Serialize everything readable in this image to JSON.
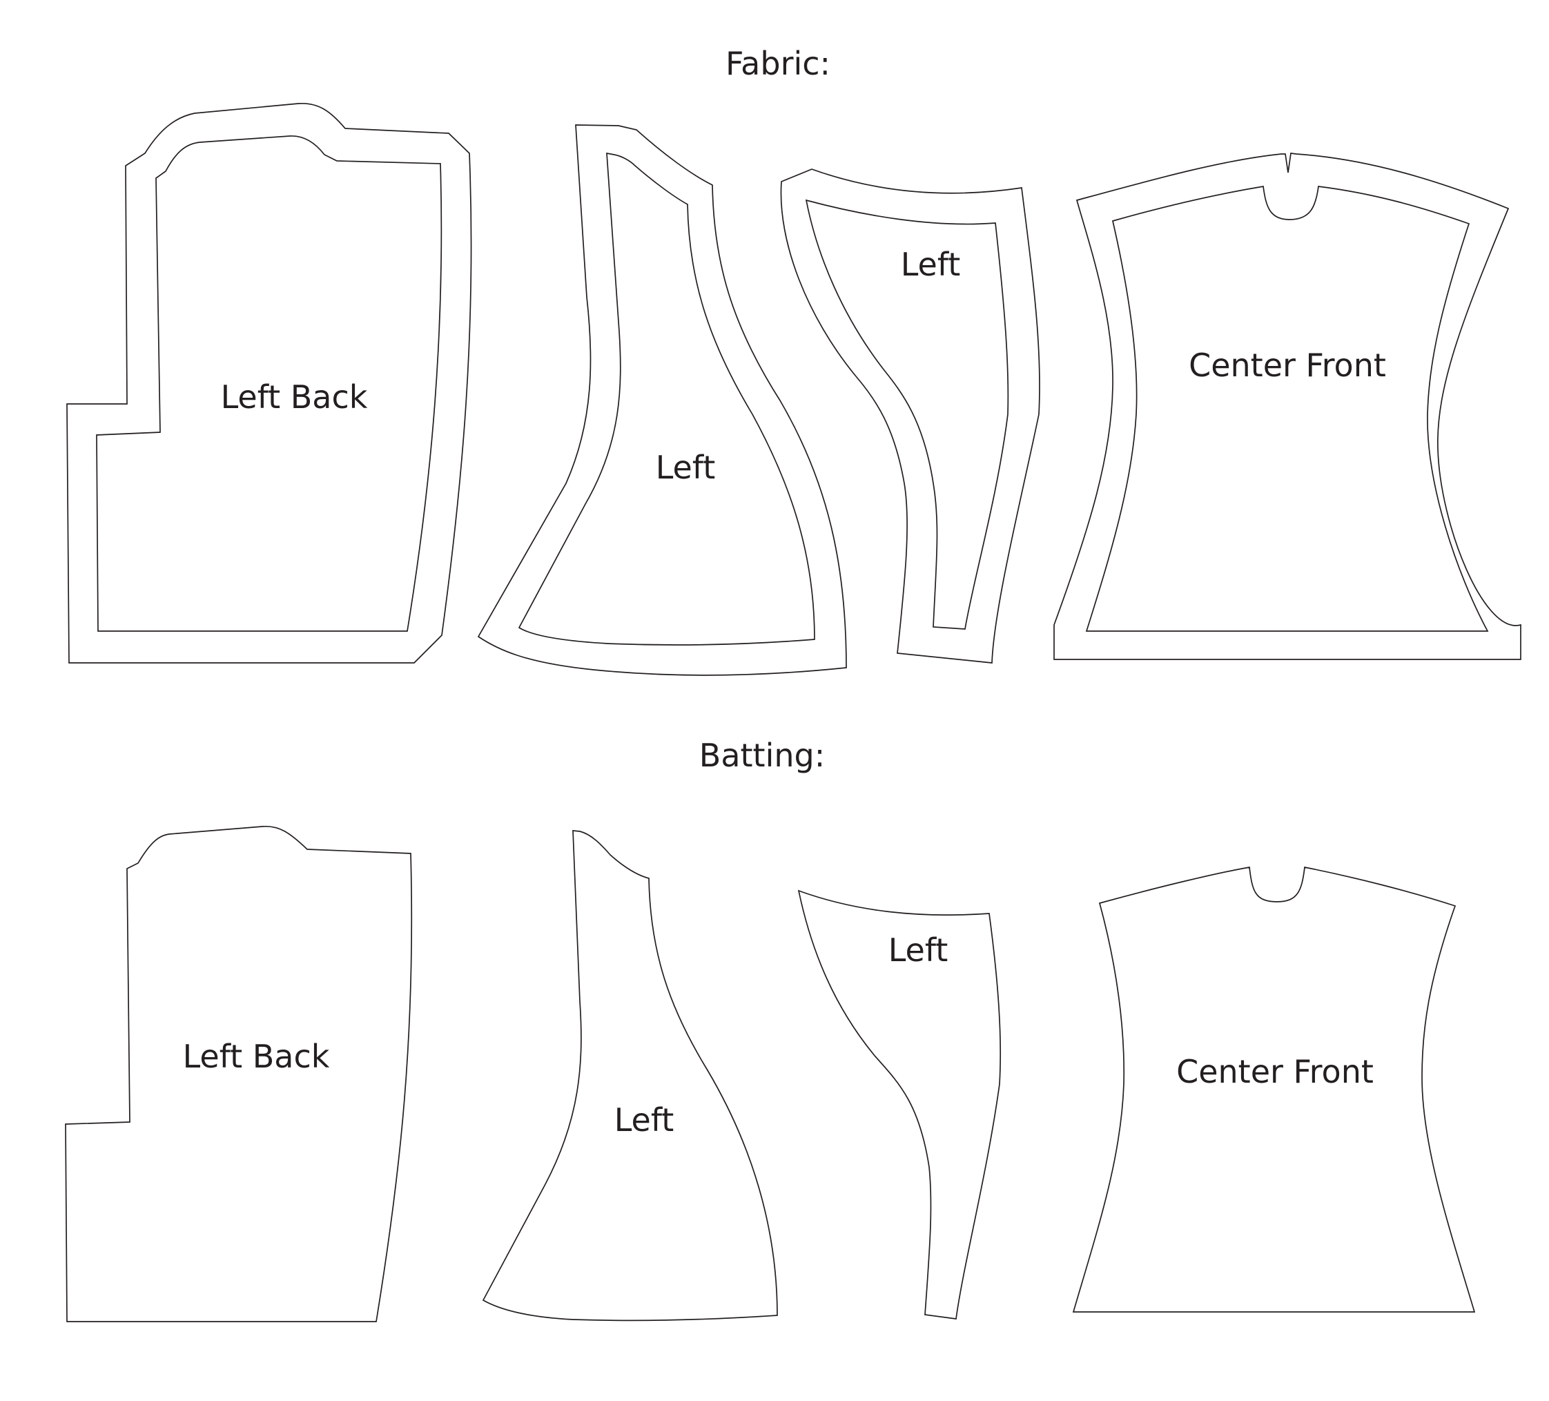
{
  "sections": {
    "fabric": {
      "heading": "Fabric:",
      "labels": [
        "Left Back",
        "Left",
        "Left",
        "Center Front"
      ]
    },
    "batting": {
      "heading": "Batting:",
      "labels": [
        "Left Back",
        "Left",
        "Left",
        "Center Front"
      ]
    }
  },
  "colors": {
    "stroke": "#231f20",
    "background": "#ffffff"
  }
}
